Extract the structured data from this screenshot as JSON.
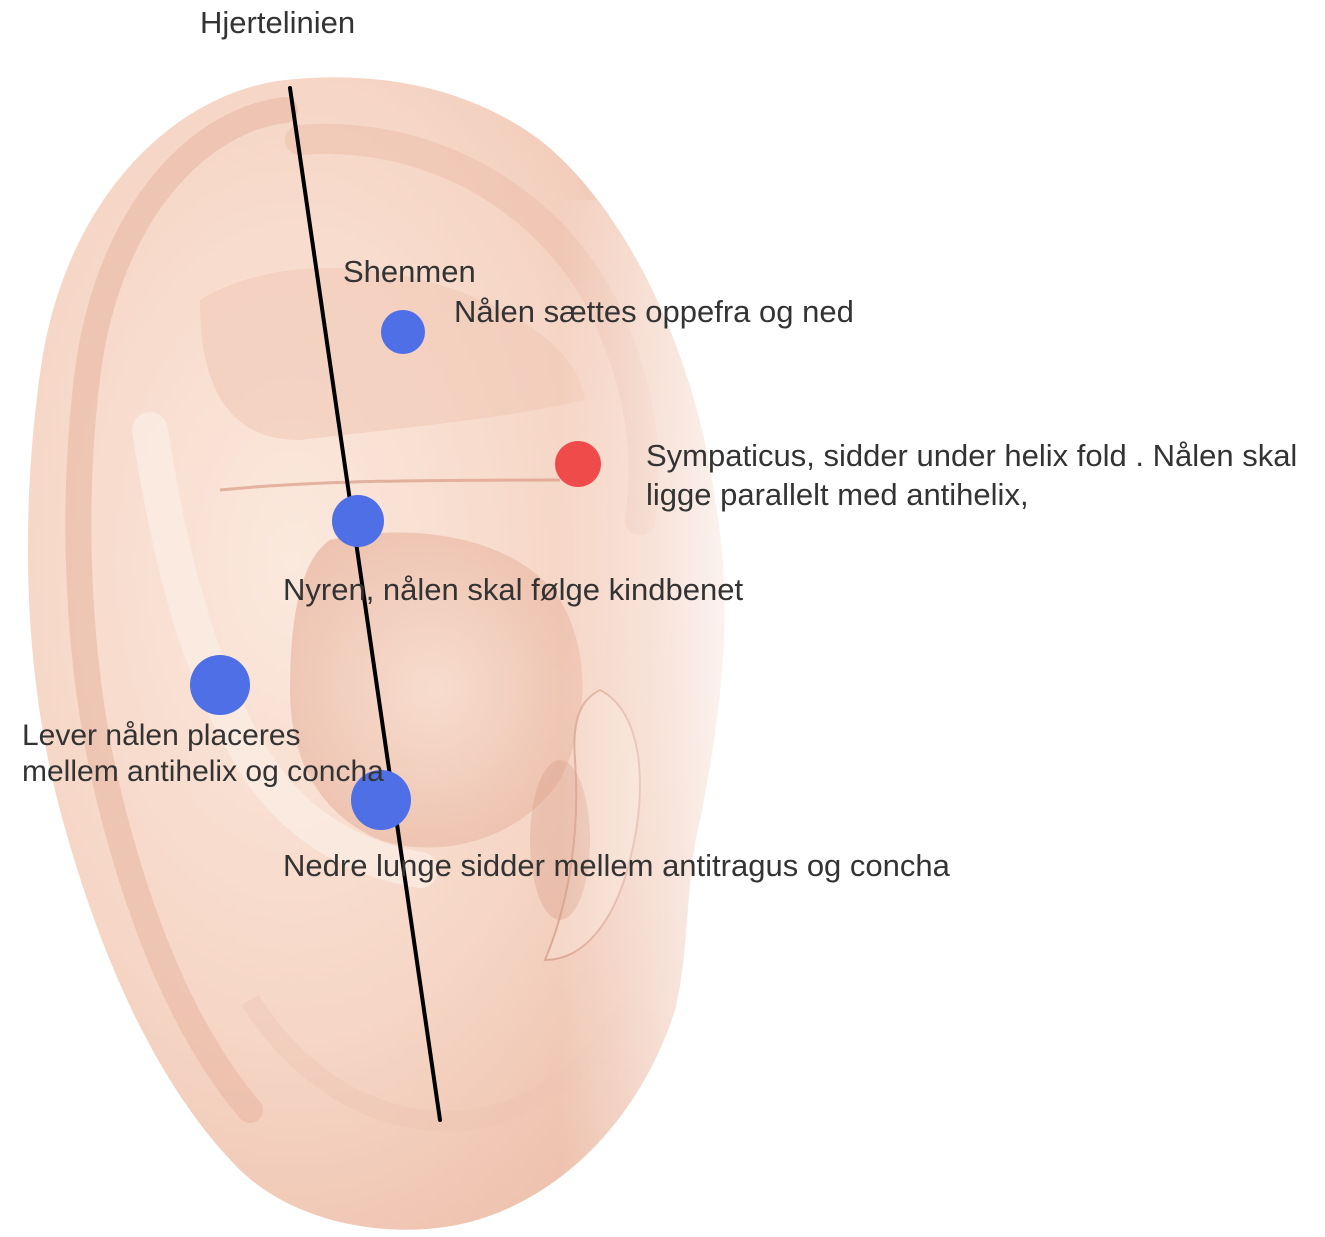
{
  "labels": {
    "heart_line": "Hjertelinien",
    "shenmen_title": "Shenmen",
    "shenmen_note": "Nålen sættes oppefra og ned",
    "sympaticus_line1": "Sympaticus, sidder under helix fold . Nålen skal",
    "sympaticus_line2": "ligge parallelt med antihelix,",
    "nyren": "Nyren, nålen skal følge kindbenet",
    "lever_line1": "Lever nålen placeres",
    "lever_line2": "mellem antihelix og concha",
    "nedre_lunge": "Nedre lunge sidder mellem antitragus og concha"
  },
  "colors": {
    "point_blue": "#4f6fe6",
    "point_red": "#ef4b4b",
    "heart_line": "#000000",
    "text": "#333333",
    "skin_light": "#fbe8dc",
    "skin_mid": "#f3cdbb",
    "skin_shadow": "#e2a592"
  }
}
